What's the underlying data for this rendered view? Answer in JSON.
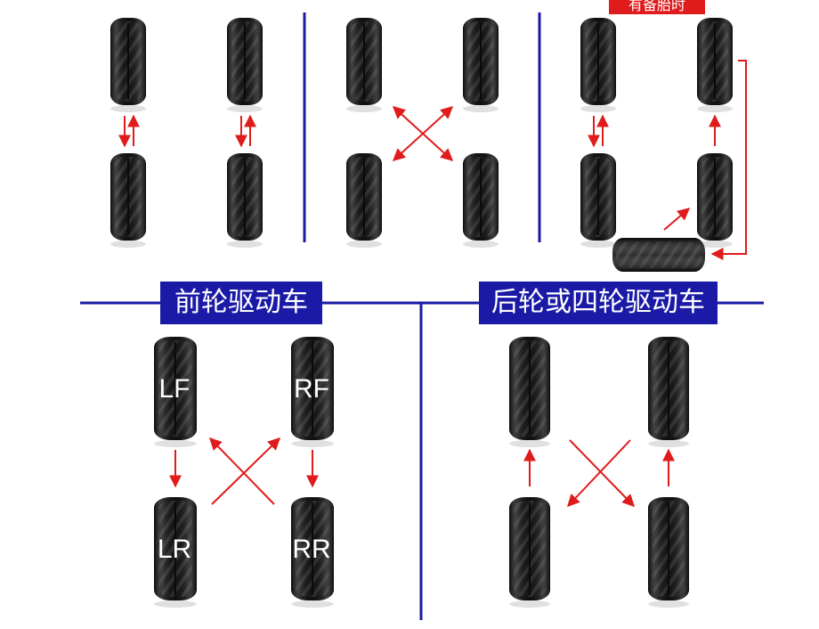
{
  "colors": {
    "divider": "#1a1aa6",
    "arrow": "#e01b1b",
    "label_bg": "#1a1aa6",
    "tire": "#111111"
  },
  "top_panel_left": {
    "name": "rotation-scheme-front-back"
  },
  "top_panel_middle": {
    "name": "rotation-scheme-x-cross"
  },
  "top_panel_right": {
    "name": "rotation-scheme-with-spare",
    "tag": "有备胎时"
  },
  "front_wheel_drive": {
    "title": "前轮驱动车",
    "positions": {
      "lf": "LF",
      "rf": "RF",
      "lr": "LR",
      "rr": "RR"
    }
  },
  "rear_or_4wd": {
    "title": "后轮或四轮驱动车"
  }
}
